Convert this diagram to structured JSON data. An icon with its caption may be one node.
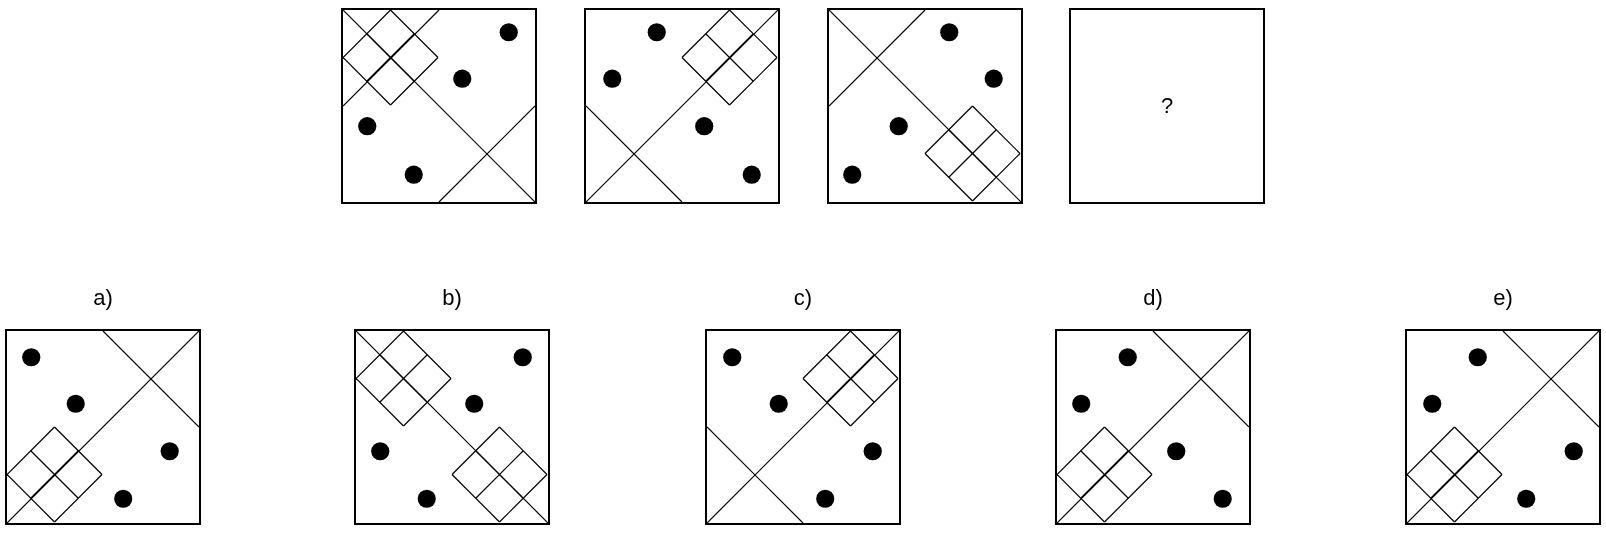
{
  "diagram": {
    "nodes": [
      {
        "text": [],
        "shape": "box"
      },
      {
        "text": [],
        "shape": "box"
      },
      {
        "text": [],
        "shape": "box"
      },
      {
        "text": [
          "?"
        ]
      },
      {
        "text": [],
        "shape": "box",
        "beside": [
          "a)"
        ]
      },
      {
        "text": [],
        "shape": "box",
        "beside": [
          "b)"
        ]
      },
      {
        "text": [],
        "shape": "box",
        "beside": [
          "c)"
        ]
      },
      {
        "text": [],
        "shape": "box",
        "beside": [
          "d)"
        ]
      },
      {
        "text": [],
        "shape": "box",
        "beside": [
          "e)"
        ]
      }
    ]
  }
}
